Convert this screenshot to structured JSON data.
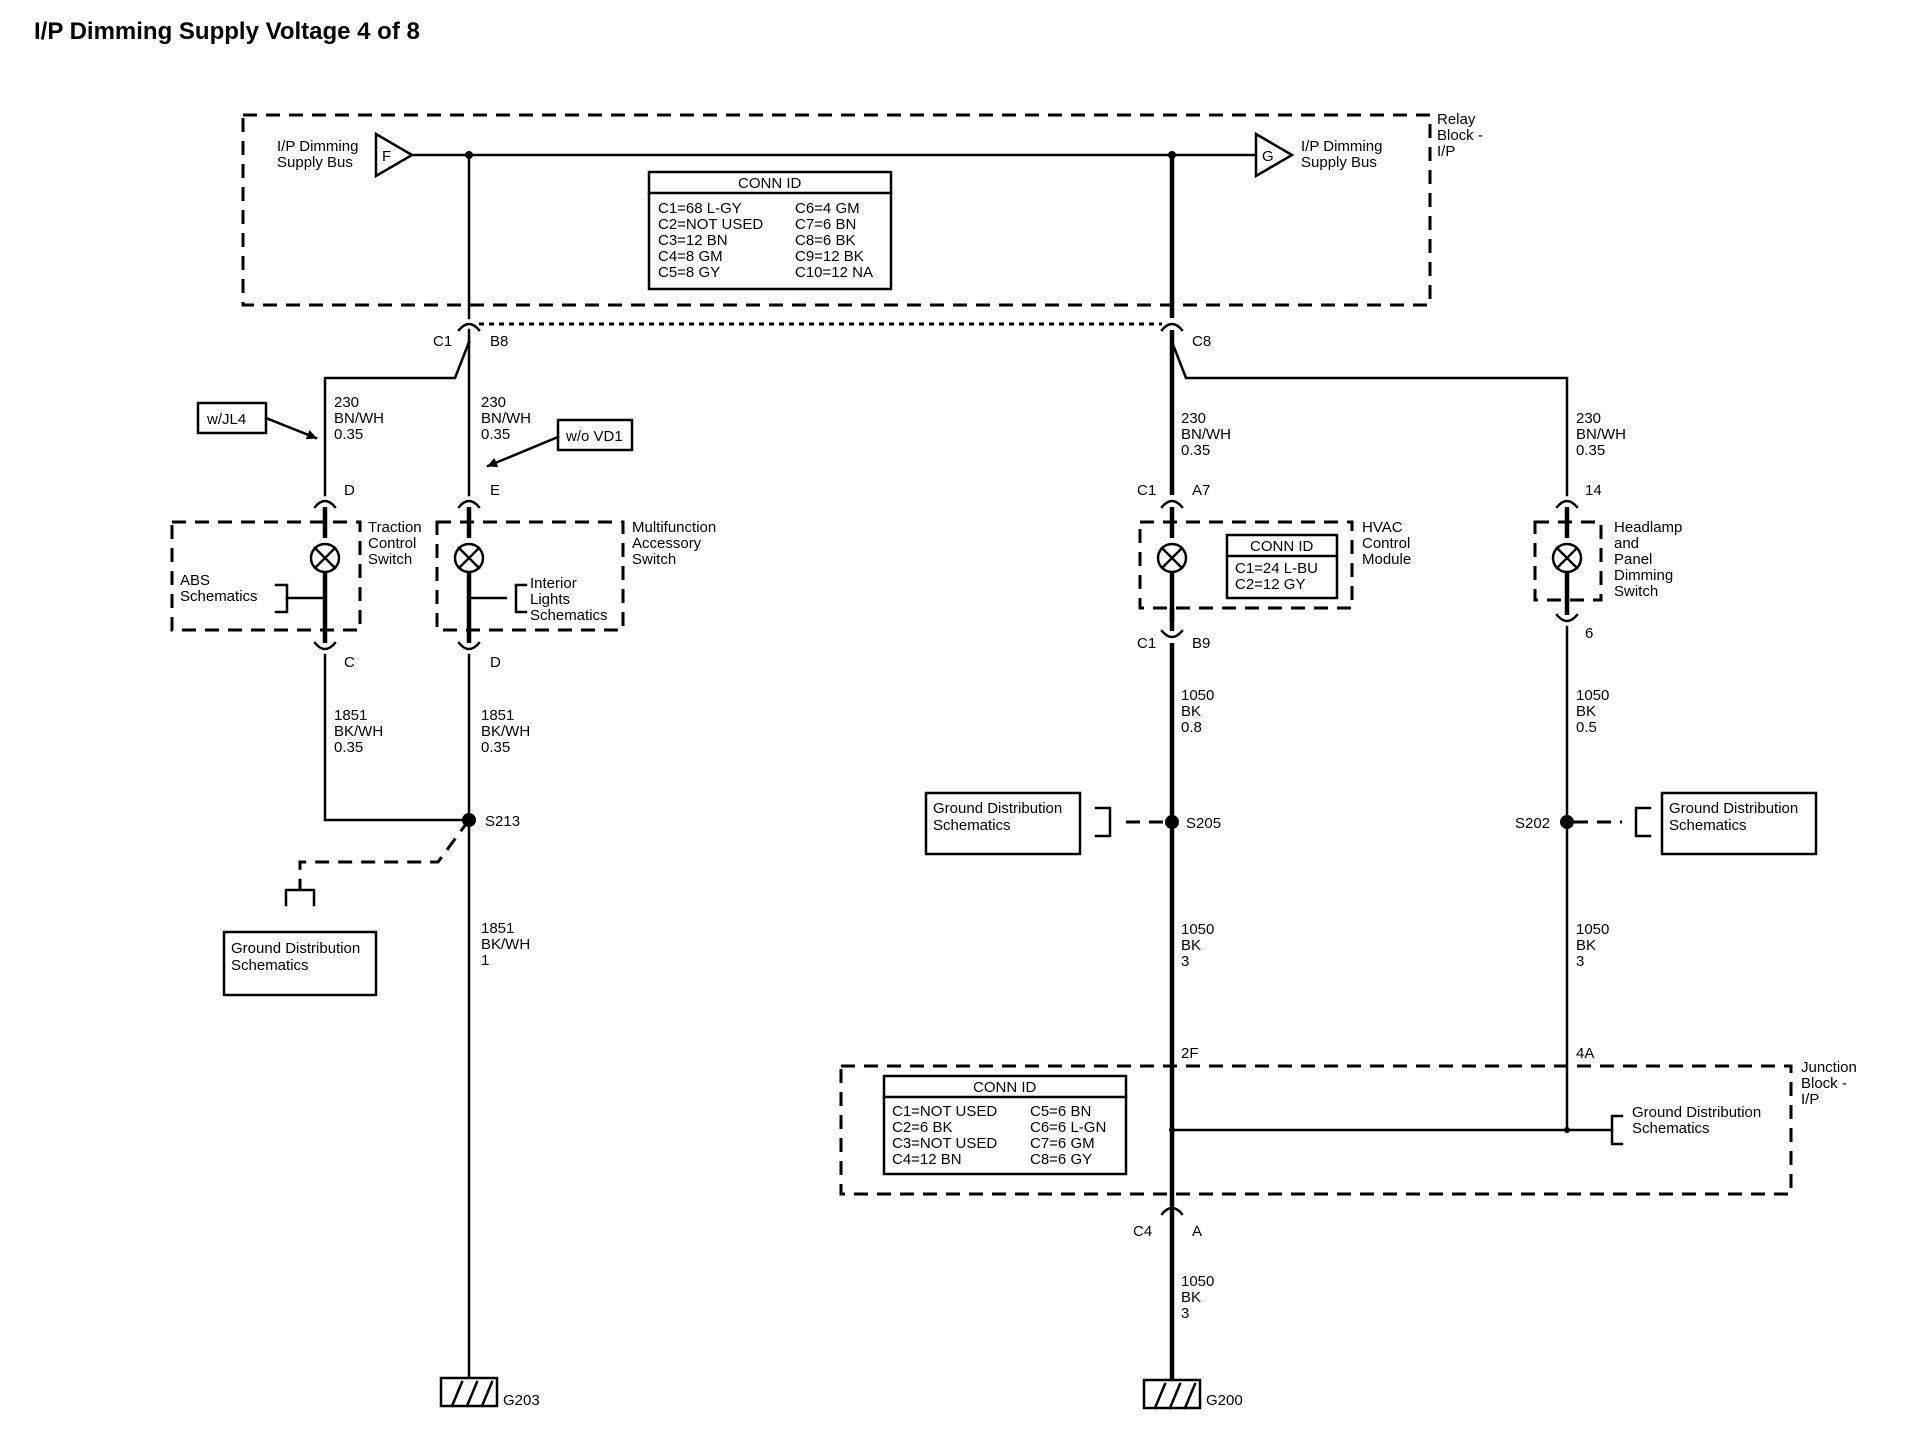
{
  "title": "I/P Dimming Supply Voltage 4 of 8",
  "relay_block": {
    "label": [
      "Relay",
      "Block -",
      "I/P"
    ],
    "bus_left": {
      "pin": "F",
      "label": [
        "I/P Dimming",
        "Supply Bus"
      ]
    },
    "bus_right": {
      "pin": "G",
      "label": [
        "I/P Dimming",
        "Supply Bus"
      ]
    },
    "conn_id": {
      "title": "CONN ID",
      "left": [
        "C1=68 L-GY",
        "C2=NOT USED",
        "C3=12 BN",
        "C4=8 GM",
        "C5=8 GY"
      ],
      "right": [
        "C6=4 GM",
        "C7=6 BN",
        "C8=6 BK",
        "C9=12 BK",
        "C10=12 NA"
      ]
    }
  },
  "connectors": {
    "c1_left": "C1",
    "b8": "B8",
    "c8": "C8",
    "d1": "D",
    "e": "E",
    "c_a7": "C1",
    "a7": "A7",
    "pin14": "14",
    "c": "C",
    "d2": "D",
    "c_b9": "C1",
    "b9": "B9",
    "pin6": "6",
    "pin2f": "2F",
    "pin4a": "4A",
    "c4": "C4",
    "a": "A"
  },
  "wires": {
    "w1": [
      "230",
      "BN/WH",
      "0.35"
    ],
    "w2": [
      "230",
      "BN/WH",
      "0.35"
    ],
    "w3": [
      "230",
      "BN/WH",
      "0.35"
    ],
    "w4": [
      "230",
      "BN/WH",
      "0.35"
    ],
    "w5": [
      "1851",
      "BK/WH",
      "0.35"
    ],
    "w6": [
      "1851",
      "BK/WH",
      "0.35"
    ],
    "w7": [
      "1050",
      "BK",
      "0.8"
    ],
    "w8": [
      "1050",
      "BK",
      "0.5"
    ],
    "w9": [
      "1851",
      "BK/WH",
      "1"
    ],
    "w10": [
      "1050",
      "BK",
      "3"
    ],
    "w11": [
      "1050",
      "BK",
      "3"
    ],
    "w12": [
      "1050",
      "BK",
      "3"
    ]
  },
  "options": {
    "jl4": "w/JL4",
    "vd1": "w/o VD1"
  },
  "components": {
    "traction": [
      "Traction",
      "Control",
      "Switch"
    ],
    "abs": [
      "ABS",
      "Schematics"
    ],
    "multifunction": [
      "Multifunction",
      "Accessory",
      "Switch"
    ],
    "interior": [
      "Interior",
      "Lights",
      "Schematics"
    ],
    "hvac": [
      "HVAC",
      "Control",
      "Module"
    ],
    "hvac_conn": {
      "title": "CONN ID",
      "rows": [
        "C1=24 L-BU",
        "C2=12 GY"
      ]
    },
    "headlamp": [
      "Headlamp",
      "and",
      "Panel",
      "Dimming",
      "Switch"
    ]
  },
  "splices": {
    "s213": "S213",
    "s205": "S205",
    "s202": "S202"
  },
  "grounds": {
    "gd_left": [
      "Ground Distribution",
      "Schematics"
    ],
    "gd_mid": [
      "Ground Distribution",
      "Schematics"
    ],
    "gd_right": [
      "Ground Distribution",
      "Schematics"
    ],
    "gd_junction": [
      "Ground Distribution",
      "Schematics"
    ],
    "g203": "G203",
    "g200": "G200"
  },
  "junction_block": {
    "label": [
      "Junction",
      "Block -",
      "I/P"
    ],
    "conn_id": {
      "title": "CONN ID",
      "left": [
        "C1=NOT USED",
        "C2=6 BK",
        "C3=NOT USED",
        "C4=12 BN"
      ],
      "right": [
        "C5=6 BN",
        "C6=6 L-GN",
        "C7=6 GM",
        "C8=6 GY"
      ]
    }
  }
}
